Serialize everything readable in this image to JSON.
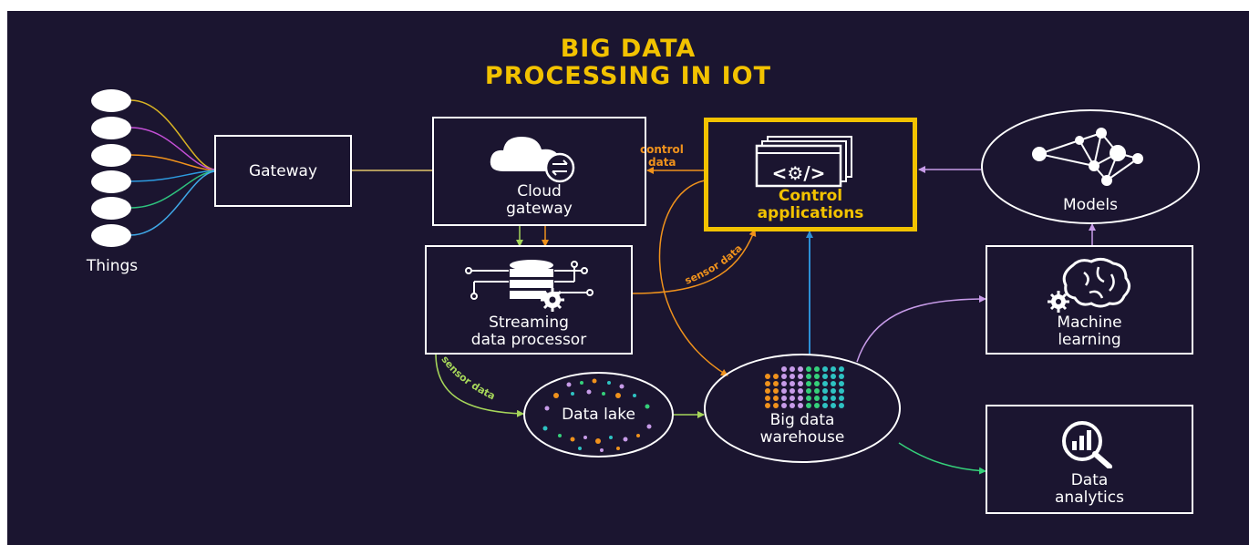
{
  "title": {
    "line1": "BIG DATA",
    "line2": "PROCESSING IN IOT"
  },
  "nodes": {
    "things": "Things",
    "gateway": "Gateway",
    "cloud_gateway": {
      "line1": "Cloud",
      "line2": "gateway"
    },
    "control_applications": {
      "line1": "Control",
      "line2": "applications"
    },
    "models": "Models",
    "streaming": {
      "line1": "Streaming",
      "line2": "data processor"
    },
    "machine_learning": {
      "line1": "Machine",
      "line2": "learning"
    },
    "data_lake": "Data lake",
    "warehouse": {
      "line1": "Big data",
      "line2": "warehouse"
    },
    "analytics": {
      "line1": "Data",
      "line2": "analytics"
    }
  },
  "edge_labels": {
    "control_data": {
      "line1": "control",
      "line2": "data"
    },
    "sensor_data_upper": "sensor data",
    "sensor_data_lower": "sensor data"
  },
  "colors": {
    "background": "#1b1530",
    "title": "#f2c200",
    "highlight": "#f2c200",
    "orange": "#f0921c",
    "green_arrow": "#a6d65a",
    "blue_arrow": "#2d8fd6",
    "purple_arrow": "#c79be8",
    "green_analytics": "#35d07a"
  },
  "icons": {
    "cloud_gateway": "cloud-sync-icon",
    "control_applications": "code-windows-icon",
    "models": "network-graph-icon",
    "streaming": "database-gear-icon",
    "machine_learning": "brain-gear-icon",
    "data_lake": "scattered-dots-icon",
    "warehouse": "dot-grid-icon",
    "analytics": "magnifier-chart-icon"
  }
}
